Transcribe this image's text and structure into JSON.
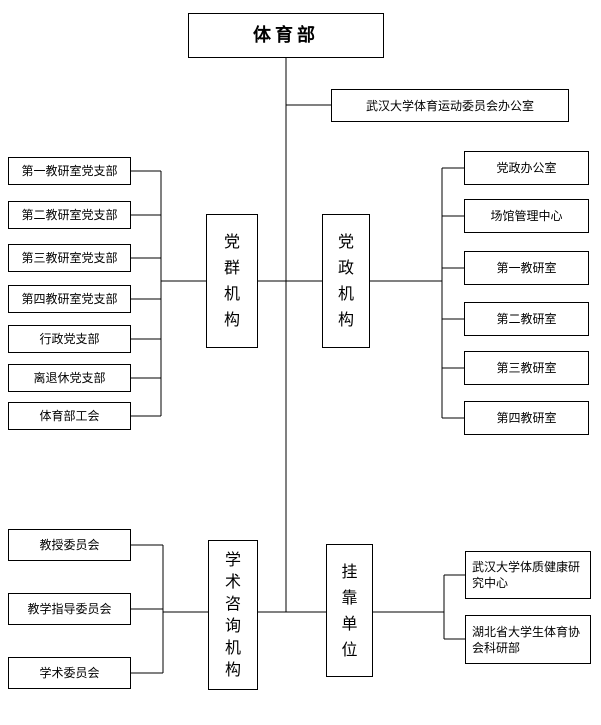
{
  "root": "体育部",
  "office": "武汉大学体育运动委员会办公室",
  "party_org": {
    "label": "党群机构",
    "items": [
      "第一教研室党支部",
      "第二教研室党支部",
      "第三教研室党支部",
      "第四教研室党支部",
      "行政党支部",
      "离退休党支部",
      "体育部工会"
    ]
  },
  "admin_org": {
    "label": "党政机构",
    "items": [
      "党政办公室",
      "场馆管理中心",
      "第一教研室",
      "第二教研室",
      "第三教研室",
      "第四教研室"
    ]
  },
  "academic_org": {
    "label": "学术咨询机构",
    "items": [
      "教授委员会",
      "教学指导委员会",
      "学术委员会"
    ]
  },
  "affiliated": {
    "label": "挂靠单位",
    "items": [
      "武汉大学体质健康研究中心",
      "湖北省大学生体育协会科研部"
    ]
  }
}
